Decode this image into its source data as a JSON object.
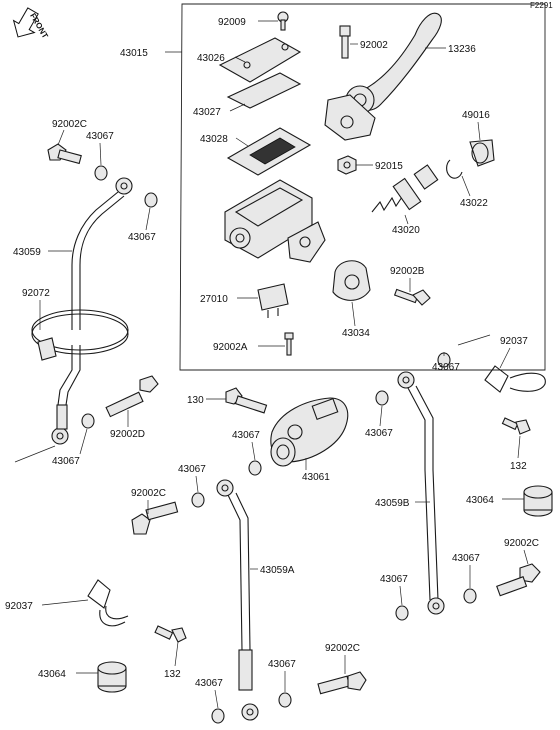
{
  "diagram": {
    "figure_code": "F2291",
    "front_label": "FRONT",
    "parts": {
      "p92009": "92009",
      "p92002_top": "92002",
      "p13236": "13236",
      "p43015": "43015",
      "p43026": "43026",
      "p43027": "43027",
      "p43028": "43028",
      "p49016": "49016",
      "p92015": "92015",
      "p43022": "43022",
      "p43020": "43020",
      "p92002B": "92002B",
      "p27010": "27010",
      "p43034": "43034",
      "p92002A": "92002A",
      "p92002C_a": "92002C",
      "p43067_a": "43067",
      "p43067_b": "43067",
      "p43059": "43059",
      "p92072": "92072",
      "p92002D": "92002D",
      "p43067_c": "43067",
      "p130": "130",
      "p43067_d": "43067",
      "p43061": "43061",
      "p43067_e": "43067",
      "p43067_f": "43067",
      "p92037_a": "92037",
      "p43067_g": "43067",
      "p132_a": "132",
      "p43059B": "43059B",
      "p43064_a": "43064",
      "p92002C_b": "92002C",
      "p92002C_c": "92002C",
      "p43059A": "43059A",
      "p43067_h": "43067",
      "p43067_i": "43067",
      "p92037_b": "92037",
      "p132_b": "132",
      "p43064_b": "43064",
      "p43067_j": "43067",
      "p92002C_d": "92002C",
      "p43067_k": "43067"
    }
  }
}
